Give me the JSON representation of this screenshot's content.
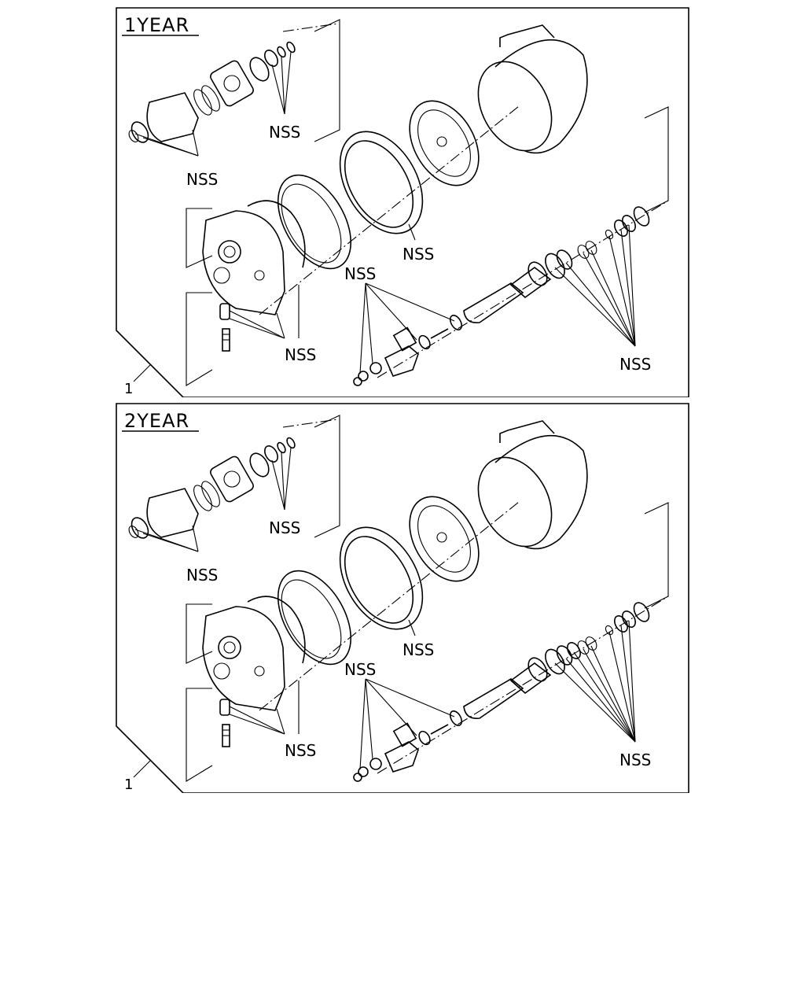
{
  "panels": [
    {
      "title": "1YEAR",
      "callout": "1",
      "labels": {
        "nss_top": "NSS",
        "nss_left": "NSS",
        "nss_seal": "NSS",
        "nss_mid": "NSS",
        "nss_base": "NSS",
        "nss_right": "NSS"
      }
    },
    {
      "title": "2YEAR",
      "callout": "1",
      "labels": {
        "nss_top": "NSS",
        "nss_left": "NSS",
        "nss_seal": "NSS",
        "nss_mid": "NSS",
        "nss_base": "NSS",
        "nss_right": "NSS"
      }
    }
  ]
}
